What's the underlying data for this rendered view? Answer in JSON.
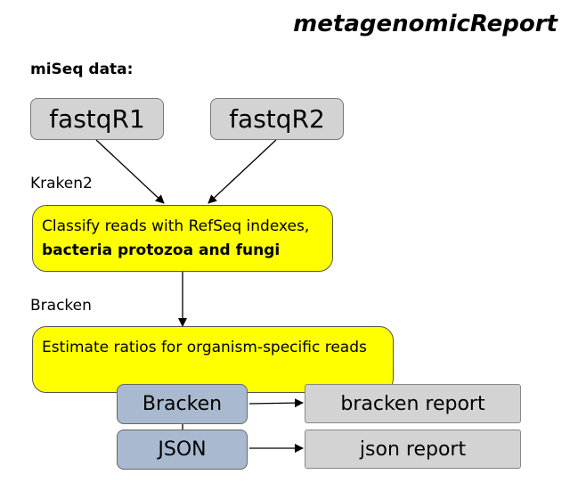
{
  "title": "metagenomicReport",
  "section_label": "miSeq data:",
  "inputs": {
    "r1": "fastqR1",
    "r2": "fastqR2"
  },
  "kraken": {
    "tool_label": "Kraken2",
    "line1": "Classify reads with RefSeq indexes,",
    "line2": "bacteria protozoa and fungi"
  },
  "bracken": {
    "tool_label": "Bracken",
    "step_text": "Estimate ratios for organism-specific reads"
  },
  "outputs": {
    "bracken_node": "Bracken",
    "json_node": "JSON",
    "bracken_report": "bracken report",
    "json_report": "json report"
  }
}
